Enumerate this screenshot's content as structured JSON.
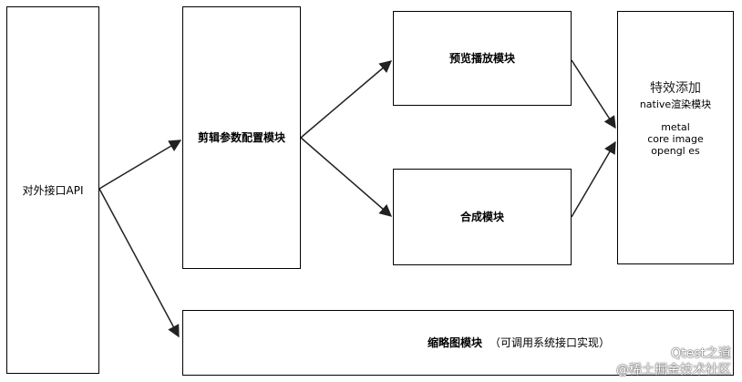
{
  "diagram": {
    "api_box": "对外接口API",
    "config_box": "剪辑参数配置模块",
    "preview_box": "预览播放模块",
    "compose_box": "合成模块",
    "render_box": {
      "title": "特效添加",
      "subtitle": "native渲染模块",
      "tech": [
        "metal",
        "core image",
        "opengl es"
      ]
    },
    "thumbnail_box": {
      "title": "缩略图模块",
      "note": "（可调用系统接口实现）"
    }
  },
  "watermark": {
    "line1": "Qtest之道",
    "line2": "@稀土掘金技术社区"
  }
}
